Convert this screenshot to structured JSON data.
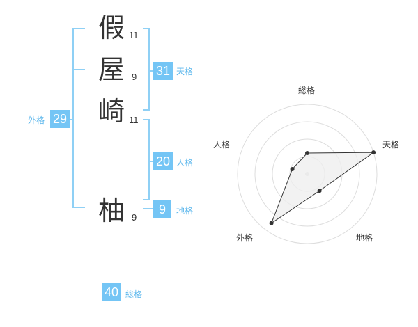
{
  "name_chars": [
    {
      "char": "假",
      "strokes": "11"
    },
    {
      "char": "屋",
      "strokes": "9"
    },
    {
      "char": "崎",
      "strokes": "11"
    },
    {
      "char": "柚",
      "strokes": "9"
    }
  ],
  "kaku": {
    "tenkaku": {
      "value": "31",
      "label": "天格"
    },
    "jinkaku": {
      "value": "20",
      "label": "人格"
    },
    "chikaku": {
      "value": "9",
      "label": "地格"
    },
    "gaikaku": {
      "value": "29",
      "label": "外格"
    },
    "soukaku": {
      "value": "40",
      "label": "総格"
    }
  },
  "colors": {
    "accent": "#74c5f5",
    "bracket": "#8fd0f5",
    "label": "#5ab6ec",
    "grid": "#dddddd",
    "polygon_fill": "#eeeeee",
    "polygon_stroke": "#333333"
  },
  "chart_data": {
    "type": "radar",
    "axes": [
      "総格",
      "天格",
      "地格",
      "外格",
      "人格"
    ],
    "rings": 4,
    "max": 4,
    "series": [
      {
        "values": [
          1.2,
          4.0,
          1.2,
          3.5,
          0.9
        ]
      }
    ]
  }
}
